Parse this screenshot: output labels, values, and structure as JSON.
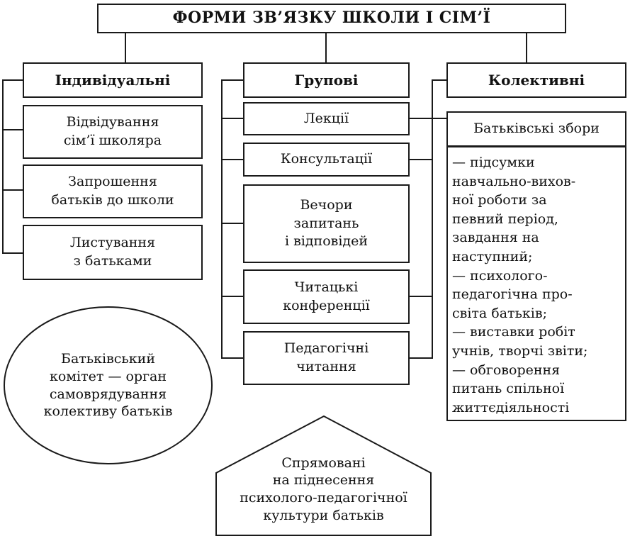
{
  "title": "ФОРМИ ЗВ’ЯЗКУ ШКОЛИ І СІМ’Ї",
  "columns": {
    "individual": {
      "heading": "Індивідуальні",
      "items": [
        "Відвідування\nсім’ї школяра",
        "Запрошення\nбатьків до школи",
        "Листування\nз батьками"
      ]
    },
    "group": {
      "heading": "Групові",
      "items": [
        "Лекції",
        "Консультації",
        "Вечори\nзапитань\nі відповідей",
        "Читацькі\nконференції",
        "Педагогічні\nчитання"
      ]
    },
    "collective": {
      "heading": "Колективні",
      "meeting": "Батьківські збори",
      "topics": [
        "— підсумки",
        "навчально-вихов-",
        "ної роботи за",
        "певний період,",
        "завдання на",
        "наступний;",
        "— психолого-",
        "педагогічна про-",
        "світа батьків;",
        "— виставки робіт",
        "учнів, творчі звіти;",
        "— обговорення",
        "питань спільної",
        "життєдіяльності"
      ]
    }
  },
  "committee": "Батьківський\nкомітет — орган\nсамоврядування\nколективу батьків",
  "goal": "Спрямовані\nна піднесення\nпсихолого-педагогічної\nкультури батьків"
}
